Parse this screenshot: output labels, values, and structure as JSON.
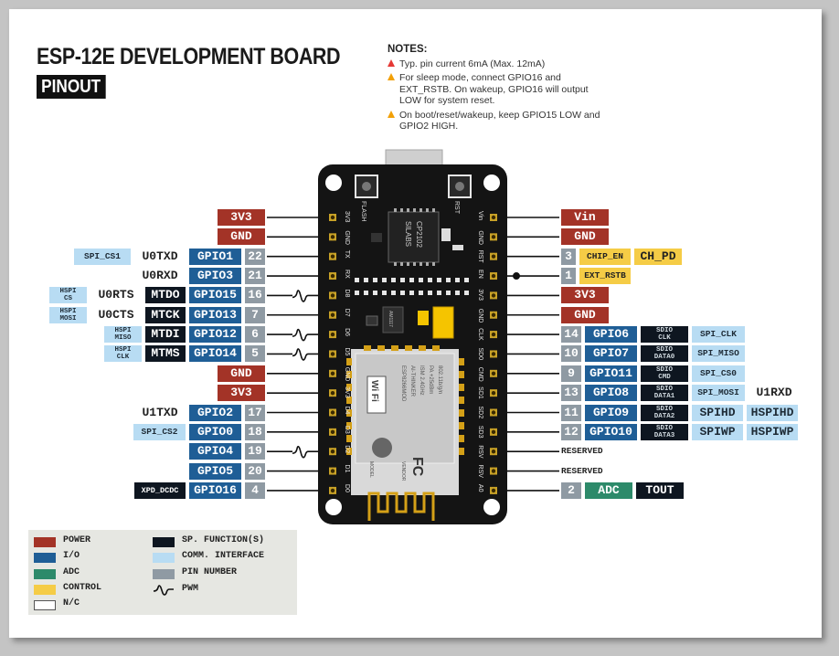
{
  "header": {
    "title": "ESP-12E DEVELOPMENT BOARD",
    "subtitle": "PINOUT"
  },
  "notes": {
    "heading": "NOTES:",
    "items": [
      {
        "text": "Typ. pin current 6mA (Max. 12mA)",
        "severity": "red"
      },
      {
        "text": "For sleep mode, connect GPIO16 and EXT_RSTB. On wakeup, GPIO16 will output LOW for system reset.",
        "severity": "orange"
      },
      {
        "text": "On boot/reset/wakeup, keep GPIO15 LOW and GPIO2 HIGH.",
        "severity": "orange"
      }
    ]
  },
  "colors": {
    "power": "#a33327",
    "io": "#1f5e96",
    "adc": "#2d8a6a",
    "control": "#f5cc46",
    "sp_function": "#0e1620",
    "comm": "#b8dcf3",
    "pin_number": "#8f9aa3"
  },
  "board": {
    "flash_label": "FLASH",
    "rst_label": "RST",
    "chip": [
      "SILABS",
      "CP2102"
    ],
    "regulator": "AM1117",
    "module_text": [
      "ESP8266MOD",
      "AI-THINKER",
      "ISM 2.4GHz",
      "PA +25dBm",
      "802.11b/g/n"
    ],
    "wifi_text": "Wi Fi",
    "model_text": [
      "MODEL",
      "VENDOR"
    ],
    "fc_text": "FC",
    "left_silk": [
      "3V3",
      "GND",
      "TX",
      "RX",
      "D8",
      "D7",
      "D6",
      "D5",
      "GND",
      "3V3",
      "D4",
      "D3",
      "D2",
      "D1",
      "D0"
    ],
    "right_silk": [
      "Vin",
      "GND",
      "RST",
      "EN",
      "3V3",
      "GND",
      "CLK",
      "SD0",
      "CMD",
      "SD1",
      "SD2",
      "SD3",
      "RSV",
      "RSV",
      "A0"
    ]
  },
  "left_pins": [
    {
      "labels": [
        [
          "3V3",
          "pwr"
        ]
      ]
    },
    {
      "labels": [
        [
          "GND",
          "pwr"
        ]
      ]
    },
    {
      "labels": [
        [
          "SPI_CS1",
          "comm"
        ],
        [
          "U0TXD",
          "txt"
        ],
        [
          "GPIO1",
          "io"
        ],
        [
          "22",
          "num"
        ]
      ]
    },
    {
      "labels": [
        [
          "U0RXD",
          "txt"
        ],
        [
          "GPIO3",
          "io"
        ],
        [
          "21",
          "num"
        ]
      ]
    },
    {
      "labels": [
        [
          "HSPI CS",
          "comm2"
        ],
        [
          "U0RTS",
          "txt"
        ],
        [
          "MTDO",
          "sp"
        ],
        [
          "GPIO15",
          "io"
        ],
        [
          "16",
          "num"
        ]
      ],
      "pwm": true
    },
    {
      "labels": [
        [
          "HSPI MOSI",
          "comm2"
        ],
        [
          "U0CTS",
          "txt"
        ],
        [
          "MTCK",
          "sp"
        ],
        [
          "GPIO13",
          "io"
        ],
        [
          "7",
          "num"
        ]
      ]
    },
    {
      "labels": [
        [
          "HSPI MISO",
          "comm2"
        ],
        [
          "MTDI",
          "sp"
        ],
        [
          "GPIO12",
          "io"
        ],
        [
          "6",
          "num"
        ]
      ],
      "pwm": true
    },
    {
      "labels": [
        [
          "HSPI CLK",
          "comm2"
        ],
        [
          "MTMS",
          "sp"
        ],
        [
          "GPIO14",
          "io"
        ],
        [
          "5",
          "num"
        ]
      ],
      "pwm": true
    },
    {
      "labels": [
        [
          "GND",
          "pwr"
        ]
      ]
    },
    {
      "labels": [
        [
          "3V3",
          "pwr"
        ]
      ]
    },
    {
      "labels": [
        [
          "U1TXD",
          "txt"
        ],
        [
          "GPIO2",
          "io"
        ],
        [
          "17",
          "num"
        ]
      ]
    },
    {
      "labels": [
        [
          "SPI_CS2",
          "comm"
        ],
        [
          "GPIO0",
          "io"
        ],
        [
          "18",
          "num"
        ]
      ]
    },
    {
      "labels": [
        [
          "GPIO4",
          "io"
        ],
        [
          "19",
          "num"
        ]
      ],
      "pwm": true
    },
    {
      "labels": [
        [
          "GPIO5",
          "io"
        ],
        [
          "20",
          "num"
        ]
      ]
    },
    {
      "labels": [
        [
          "XPD_DCDC",
          "sp"
        ],
        [
          "GPIO16",
          "io"
        ],
        [
          "4",
          "num"
        ]
      ]
    }
  ],
  "right_pins": [
    {
      "labels": [
        [
          "Vin",
          "pwr"
        ]
      ]
    },
    {
      "labels": [
        [
          "GND",
          "pwr"
        ]
      ]
    },
    {
      "labels": [
        [
          "3",
          "num"
        ],
        [
          "CHIP_EN",
          "ctl"
        ],
        [
          "CH_PD",
          "ctl"
        ]
      ]
    },
    {
      "labels": [
        [
          "1",
          "num"
        ],
        [
          "EXT_RSTB",
          "ctl"
        ]
      ],
      "dot": true
    },
    {
      "labels": [
        [
          "3V3",
          "pwr"
        ]
      ]
    },
    {
      "labels": [
        [
          "GND",
          "pwr"
        ]
      ]
    },
    {
      "labels": [
        [
          "14",
          "num"
        ],
        [
          "GPIO6",
          "io"
        ],
        [
          "SDIO CLK",
          "sp"
        ],
        [
          "SPI_CLK",
          "comm"
        ]
      ]
    },
    {
      "labels": [
        [
          "10",
          "num"
        ],
        [
          "GPIO7",
          "io"
        ],
        [
          "SDIO DATA0",
          "sp"
        ],
        [
          "SPI_MISO",
          "comm"
        ]
      ]
    },
    {
      "labels": [
        [
          "9",
          "num"
        ],
        [
          "GPIO11",
          "io"
        ],
        [
          "SDIO CMD",
          "sp"
        ],
        [
          "SPI_CS0",
          "comm"
        ]
      ]
    },
    {
      "labels": [
        [
          "13",
          "num"
        ],
        [
          "GPIO8",
          "io"
        ],
        [
          "SDIO DATA1",
          "sp"
        ],
        [
          "SPI_MOSI",
          "comm"
        ],
        [
          "U1RXD",
          "txt"
        ]
      ]
    },
    {
      "labels": [
        [
          "11",
          "num"
        ],
        [
          "GPIO9",
          "io"
        ],
        [
          "SDIO DATA2",
          "sp"
        ],
        [
          "SPIHD",
          "comm"
        ],
        [
          "HSPIHD",
          "comm"
        ]
      ]
    },
    {
      "labels": [
        [
          "12",
          "num"
        ],
        [
          "GPIO10",
          "io"
        ],
        [
          "SDIO DATA3",
          "sp"
        ],
        [
          "SPIWP",
          "comm"
        ],
        [
          "HSPIWP",
          "comm"
        ]
      ]
    },
    {
      "labels": [
        [
          "RESERVED",
          "txt"
        ]
      ]
    },
    {
      "labels": [
        [
          "RESERVED",
          "txt"
        ]
      ]
    },
    {
      "labels": [
        [
          "2",
          "num"
        ],
        [
          "ADC",
          "adc"
        ],
        [
          "TOUT",
          "sp"
        ]
      ]
    }
  ],
  "legend": {
    "items": [
      {
        "label": "POWER",
        "color": "#a33327"
      },
      {
        "label": "I/O",
        "color": "#1f5e96"
      },
      {
        "label": "ADC",
        "color": "#2d8a6a"
      },
      {
        "label": "CONTROL",
        "color": "#f5cc46"
      },
      {
        "label": "N/C",
        "color": "#ffffff"
      },
      {
        "label": "SP. FUNCTION(S)",
        "color": "#0e1620"
      },
      {
        "label": "COMM. INTERFACE",
        "color": "#b8dcf3"
      },
      {
        "label": "PIN NUMBER",
        "color": "#8f9aa3"
      },
      {
        "label": "PWM",
        "color": "pwm"
      }
    ]
  }
}
